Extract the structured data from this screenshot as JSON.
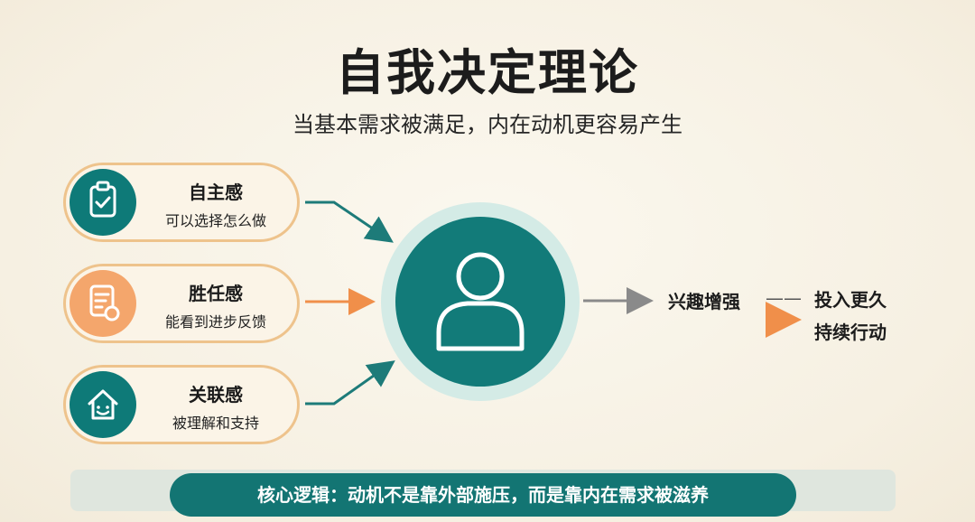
{
  "header": {
    "title": "自我决定理论",
    "subtitle": "当基本需求被满足，内在动机更容易产生"
  },
  "needs": [
    {
      "name": "自主感",
      "desc": "可以选择怎么做",
      "icon": "clipboard-check-icon",
      "color": "#0e7a78"
    },
    {
      "name": "胜任感",
      "desc": "能看到进步反馈",
      "icon": "document-progress-icon",
      "color": "#f4a66c"
    },
    {
      "name": "关联感",
      "desc": "被理解和支持",
      "icon": "home-heart-icon",
      "color": "#0e7a78"
    }
  ],
  "center": {
    "icon": "person-icon"
  },
  "outcomes": {
    "interest": "兴趣增强",
    "dash": "——",
    "invest": "投入更久",
    "sustain": "持续行动"
  },
  "footer": {
    "core_logic": "核心逻辑：动机不是靠外部施压，而是靠内在需求被滋养"
  },
  "colors": {
    "teal": "#0e7a78",
    "orange": "#f4a66c",
    "gray_arrow": "#8a8a8a",
    "background": "#f7f2e6"
  }
}
